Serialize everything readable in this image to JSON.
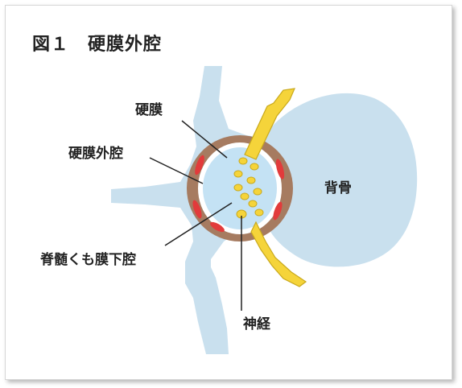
{
  "figure": {
    "title": "図１　硬膜外腔"
  },
  "labels": {
    "dura": "硬膜",
    "epidural_space": "硬膜外腔",
    "subarachnoid_space": "脊髄くも膜下腔",
    "vertebral_body": "背骨",
    "nerve": "神経"
  },
  "colors": {
    "bone": "#c9e0ee",
    "dura_ring": "#a67b60",
    "fat_spots": "#e23b3b",
    "csf": "#c4e2f4",
    "nerve": "#f5d43a",
    "nerve_outline": "#c9a91c",
    "label_text": "#222222",
    "leader_lines": "#222222"
  }
}
